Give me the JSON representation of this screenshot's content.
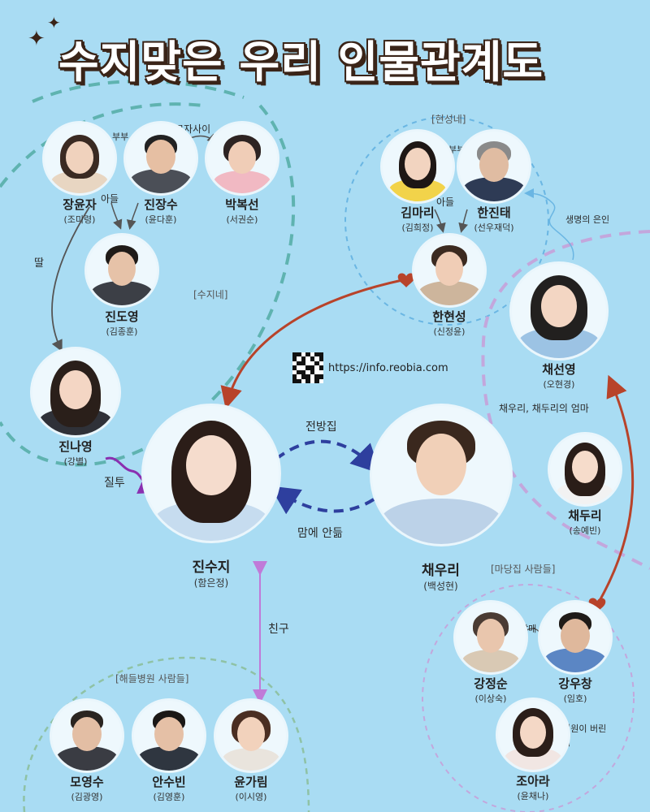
{
  "title": "수지맞은 우리 인물관계도",
  "url": "https://info.reobia.com",
  "groups": {
    "suji_family": "[수지네]",
    "hyunsung_family": "[현성네]",
    "madang_people": "[마당집 사람들]",
    "hospital_people": "[해들병원 사람들]"
  },
  "relations": {
    "couple1": "부부",
    "mother_son": "모자사이",
    "son1": "아들",
    "daughter": "딸",
    "couple2": "부부",
    "son2": "아들",
    "life_saver": "생명의 은인",
    "older_sister": "전방집",
    "heart": "맘에 안듦",
    "jealousy": "질투",
    "friend": "친구",
    "siblings": "남매",
    "orphan": "종업원이 버린아이",
    "mom_of": "채우리, 채두리의 엄마"
  },
  "people": {
    "jang": {
      "name": "장윤자",
      "actor": "(조미령)"
    },
    "jin_js": {
      "name": "진장수",
      "actor": "(윤다훈)"
    },
    "park": {
      "name": "박복선",
      "actor": "(서권순)"
    },
    "jin_dy": {
      "name": "진도영",
      "actor": "(김종훈)"
    },
    "jin_ny": {
      "name": "진나영",
      "actor": "(강별)"
    },
    "jin_sj": {
      "name": "진수지",
      "actor": "(함은정)"
    },
    "kim_mr": {
      "name": "김마리",
      "actor": "(김희정)"
    },
    "han_jt": {
      "name": "한진태",
      "actor": "(선우재덕)"
    },
    "han_hs": {
      "name": "한현성",
      "actor": "(신정윤)"
    },
    "chae_sy": {
      "name": "채선영",
      "actor": "(오현경)"
    },
    "chae_wr": {
      "name": "채우리",
      "actor": "(백성현)"
    },
    "chae_dr": {
      "name": "채두리",
      "actor": "(송예빈)"
    },
    "kang_js": {
      "name": "강정순",
      "actor": "(이상숙)"
    },
    "kang_wc": {
      "name": "강우창",
      "actor": "(임호)"
    },
    "jo_ar": {
      "name": "조아라",
      "actor": "(윤채나)"
    },
    "mo_ys": {
      "name": "모영수",
      "actor": "(김광영)"
    },
    "ahn_sb": {
      "name": "안수빈",
      "actor": "(김영훈)"
    },
    "yoon_gr": {
      "name": "윤가림",
      "actor": "(이시영)"
    }
  },
  "colors": {
    "background": "#a9dcf3",
    "teal_dash": "#5fb3b0",
    "blue_dash": "#6ab6e3",
    "purple_dash": "#c3a7dc",
    "green_dash": "#8fc2a5",
    "red_arrow": "#b8432a",
    "navy_arrow": "#2e3f9e",
    "purple_arrow": "#8a2fb0",
    "violet_arrow": "#c07ad8"
  }
}
